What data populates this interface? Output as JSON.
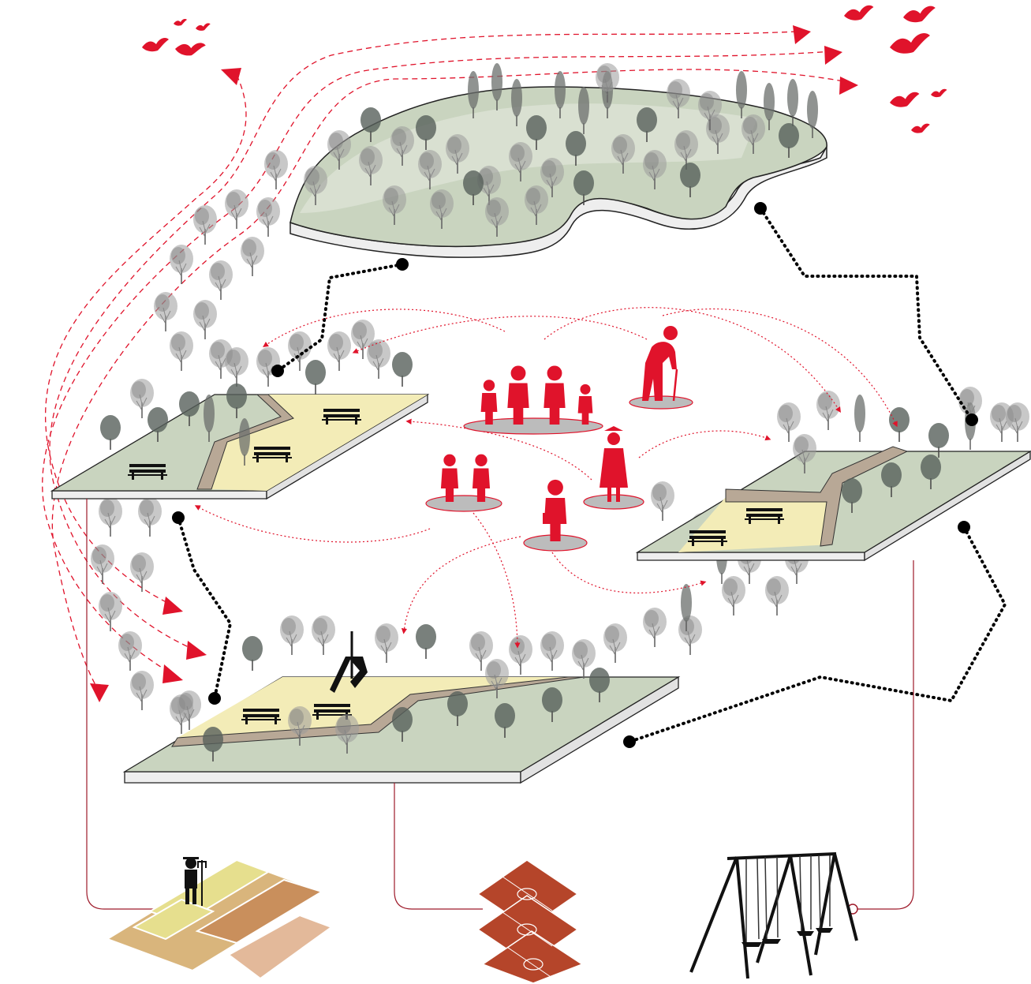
{
  "diagram": {
    "background": "#ffffff",
    "colors": {
      "accent_red": "#e0132b",
      "platform_green": "#c9d4bf",
      "sand": "#f3ecb7",
      "path_hatch": "#b8a896",
      "platform_edge": "#eeeeee",
      "connector": "#9e1a2a",
      "tree_grey": "#8d8d8d",
      "tree_dark": "#5f6a63",
      "court_brick": "#b5452a",
      "field_tan": "#d9b57c",
      "field_yellow": "#e6df8e"
    },
    "elements": {
      "top_forest": "forest-platform",
      "left_park": "left-park-platform",
      "right_park": "right-park-platform",
      "bottom_park": "bottom-park-platform",
      "users": [
        "family-group",
        "elderly-person",
        "child-pair",
        "businessman",
        "graduate"
      ],
      "icons_bottom": [
        "farmland-icon",
        "sports-court-icon",
        "swing-set-icon"
      ],
      "wildlife": [
        "birds-top-left",
        "birds-top-right"
      ]
    }
  }
}
